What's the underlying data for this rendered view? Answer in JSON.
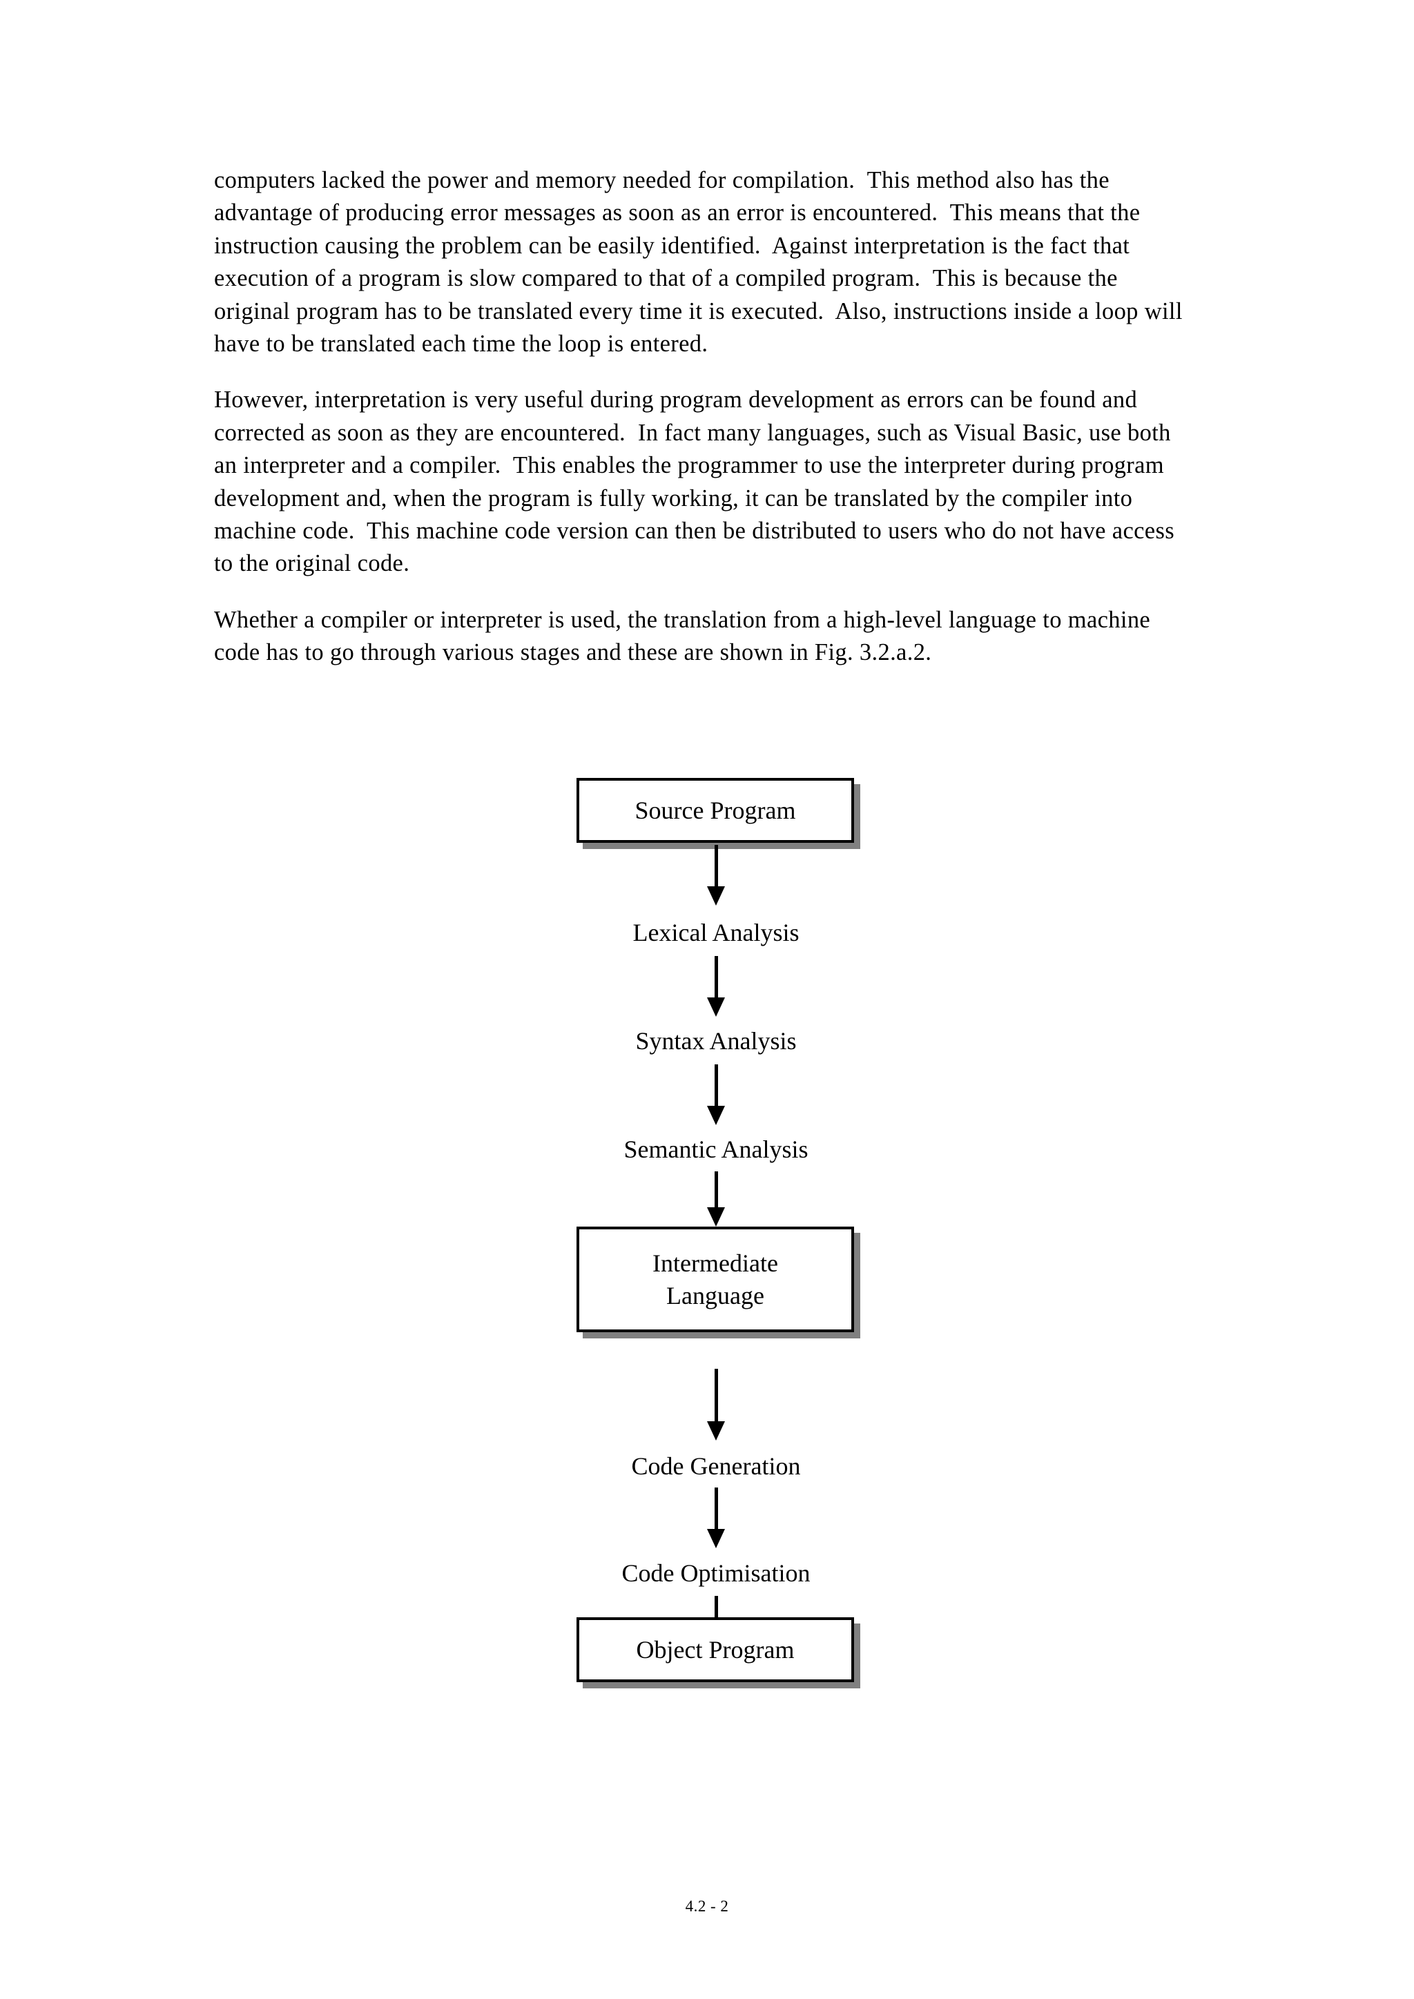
{
  "document": {
    "page_label": "4.2 - 2",
    "body_paragraphs": [
      "computers lacked the power and memory needed for compilation.  This method also has the advantage of producing error messages as soon as an error is encountered.  This means that the instruction causing the problem can be easily identified.  Against interpretation is the fact that execution of a program is slow compared to that of a compiled program.  This is because the original program has to be translated every time it is executed.  Also, instructions inside a loop will have to be translated each time the loop is entered.",
      "However, interpretation is very useful during program development as errors can be found and corrected as soon as they are encountered.  In fact many languages, such as Visual Basic, use both an interpreter and a compiler.  This enables the programmer to use the interpreter during program development and, when the program is fully working, it can be translated by the compiler into machine code.  This machine code version can then be distributed to users who do not have access to the original code.",
      "Whether a compiler or interpreter is used, the translation from a high-level language to machine code has to go through various stages and these are shown in Fig. 3.2.a.2."
    ]
  },
  "diagram": {
    "figure_reference": "Fig. 3.2.a.2",
    "boxes": [
      {
        "id": "source-program",
        "label": "Source Program"
      },
      {
        "id": "intermediate-language",
        "label_line1": "Intermediate",
        "label_line2": "Language"
      },
      {
        "id": "object-program",
        "label": "Object Program"
      }
    ],
    "stage_labels": [
      {
        "id": "lexical-analysis",
        "label": "Lexical Analysis"
      },
      {
        "id": "syntax-analysis",
        "label": "Syntax Analysis"
      },
      {
        "id": "semantic-analysis",
        "label": "Semantic Analysis"
      },
      {
        "id": "code-generation",
        "label": "Code Generation"
      },
      {
        "id": "code-optimisation",
        "label": "Code Optimisation"
      }
    ],
    "flow_order": [
      "Source Program",
      "Lexical Analysis",
      "Syntax Analysis",
      "Semantic Analysis",
      "Intermediate Language",
      "Code Generation",
      "Code Optimisation",
      "Object Program"
    ],
    "colors": {
      "border": "#000000",
      "shadow": "#808080",
      "fill": "#ffffff",
      "text": "#000000"
    }
  }
}
